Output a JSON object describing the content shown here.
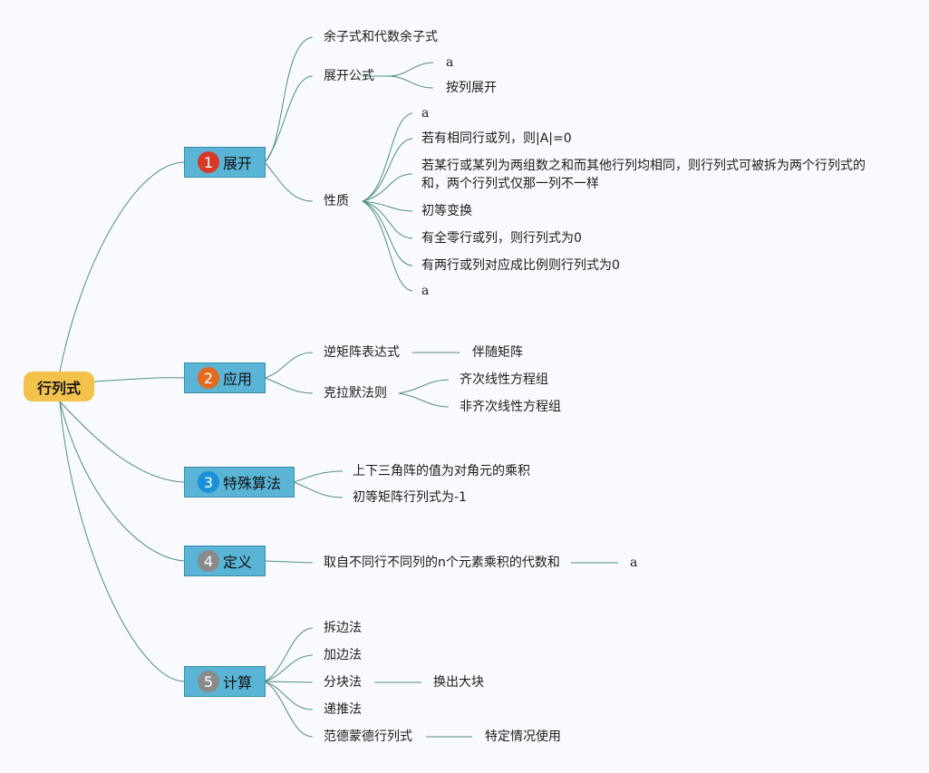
{
  "root": "行列式",
  "colors": {
    "branch_fill": "#5ab4d6",
    "root_fill": "#f3c24a",
    "line": "#4f8f80",
    "n1": "#d63a28",
    "n2": "#e36a1e",
    "n3": "#1b8fd8",
    "n4": "#8a8a8a",
    "n5": "#8a8a8a"
  },
  "branches": [
    {
      "num": "1",
      "label": "展开"
    },
    {
      "num": "2",
      "label": "应用"
    },
    {
      "num": "3",
      "label": "特殊算法"
    },
    {
      "num": "4",
      "label": "定义"
    },
    {
      "num": "5",
      "label": "计算"
    }
  ],
  "expand": {
    "cofactor": "余子式和代数余子式",
    "formula": "展开公式",
    "formula_children": [
      "a",
      "按列展开"
    ],
    "property": "性质",
    "properties": [
      "a",
      "若有相同行或列，则|A|=0",
      "若某行或某列为两组数之和而其他行列均相同，则行列式可被拆为两个行列式的",
      "和，两个行列式仅那一列不一样",
      "初等变换",
      "有全零行或列，则行列式为0",
      "有两行或列对应成比例则行列式为0",
      "a"
    ]
  },
  "application": {
    "inverse": "逆矩阵表达式",
    "adjugate": "伴随矩阵",
    "cramer": "克拉默法则",
    "cramer_children": [
      "齐次线性方程组",
      "非齐次线性方程组"
    ]
  },
  "special": [
    "上下三角阵的值为对角元的乘积",
    "初等矩阵行列式为-1"
  ],
  "definition": {
    "text": "取自不同行不同列的n个元素乘积的代数和",
    "child": "a"
  },
  "compute": {
    "items": [
      "拆边法",
      "加边法",
      "分块法",
      "递推法",
      "范德蒙德行列式"
    ],
    "block_child": "换出大块",
    "vandermonde_child": "特定情况使用"
  }
}
